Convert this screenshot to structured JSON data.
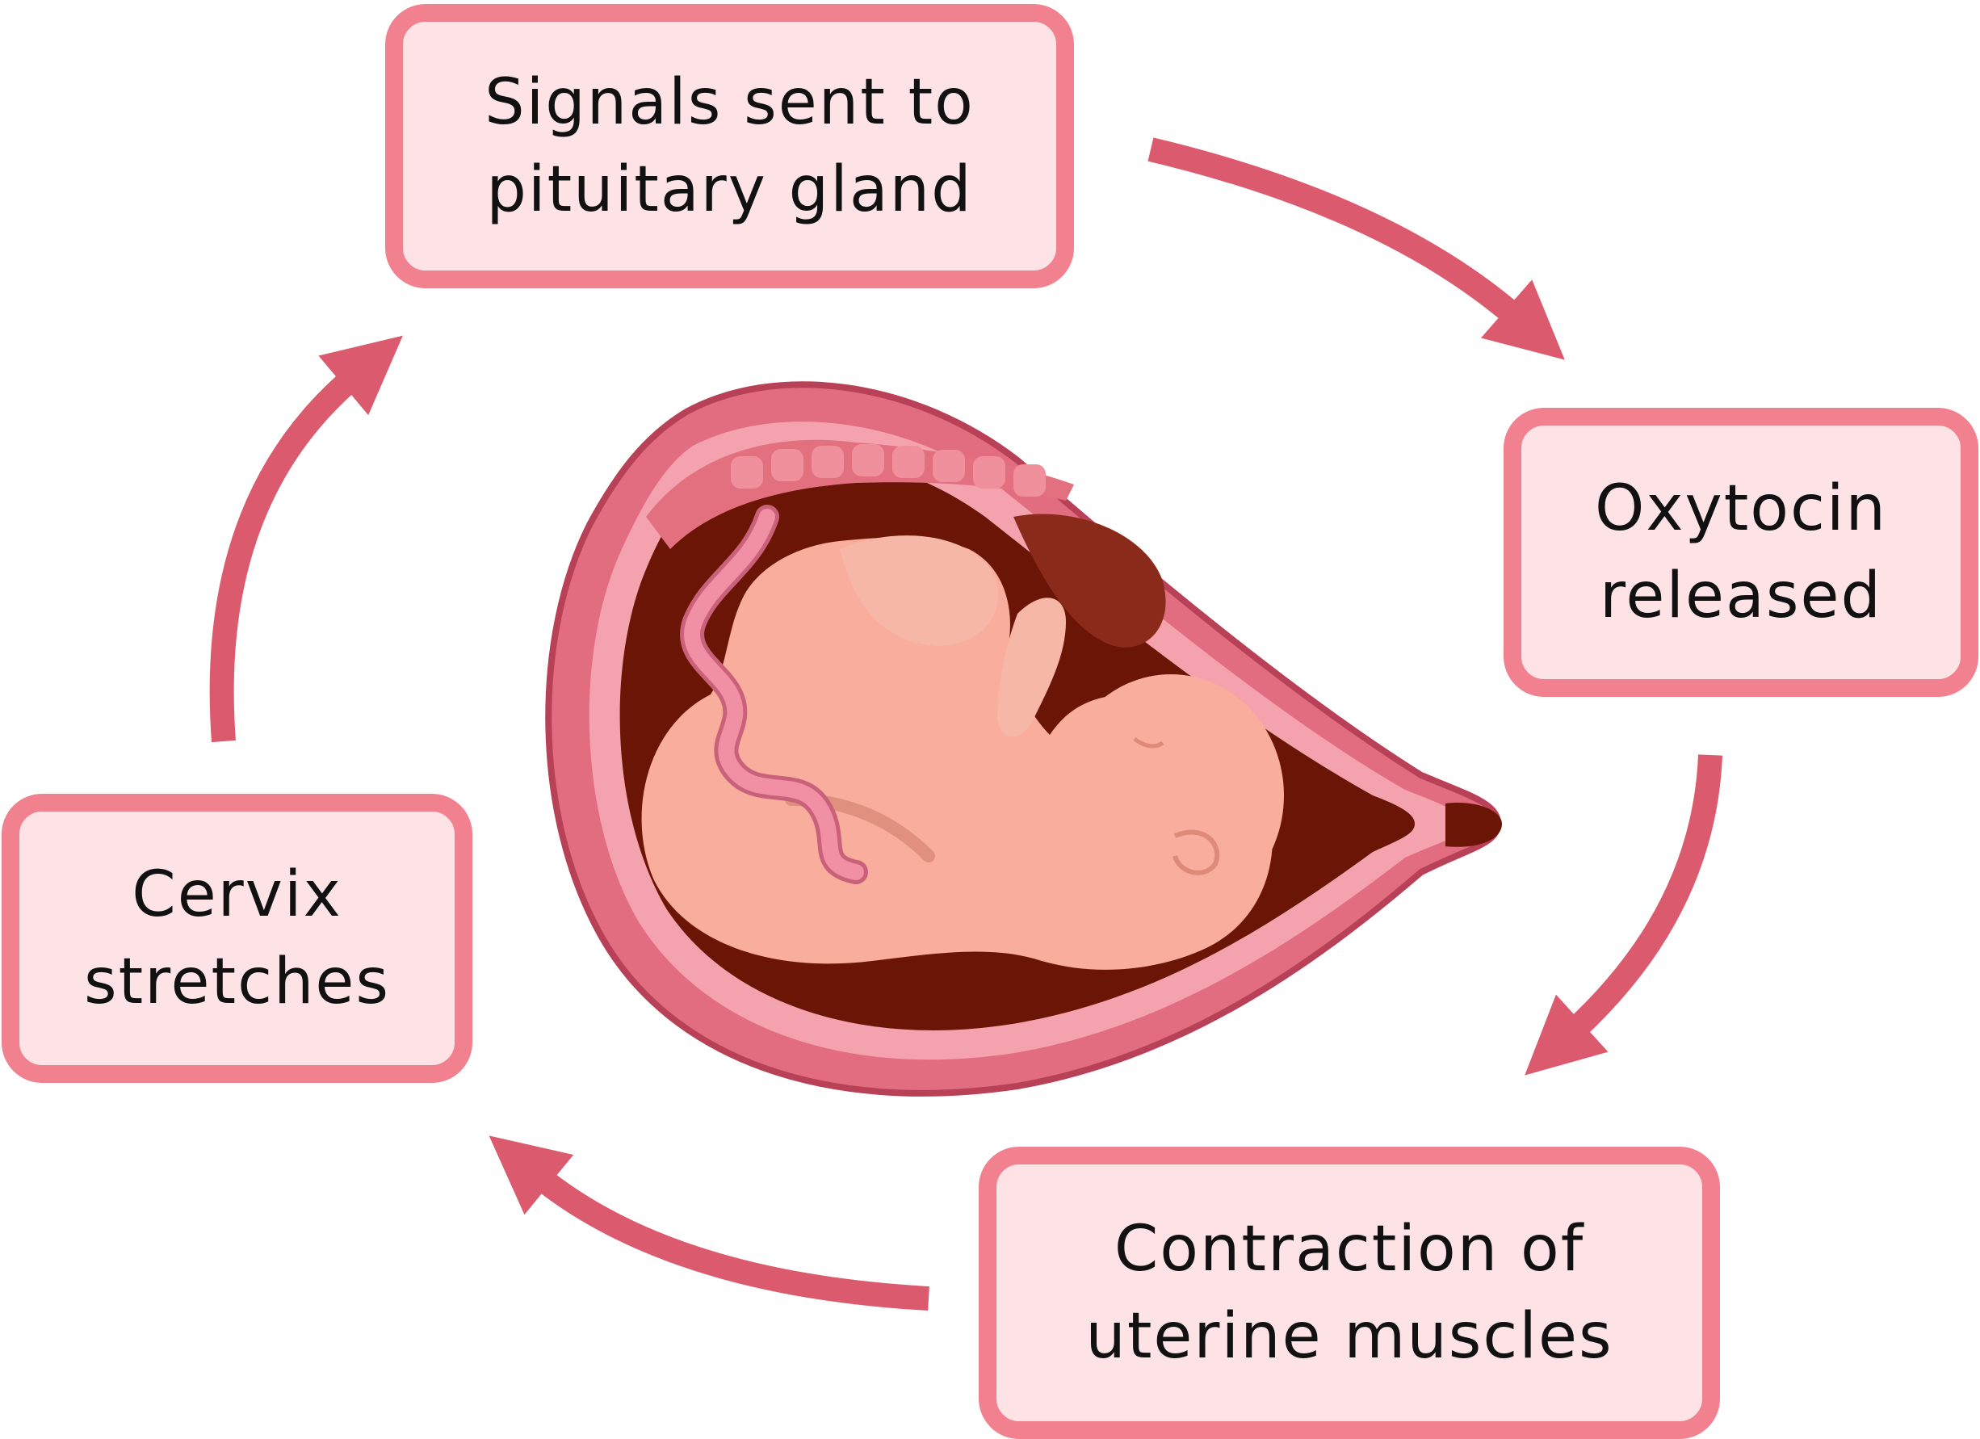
{
  "diagram": {
    "steps": [
      {
        "label_line1": "Signals sent to",
        "label_line2": "pituitary gland"
      },
      {
        "label_line1": "Oxytocin",
        "label_line2": "released"
      },
      {
        "label_line1": "Contraction of",
        "label_line2": "uterine muscles"
      },
      {
        "label_line1": "Cervix",
        "label_line2": "stretches"
      }
    ],
    "colors": {
      "box_fill": "#fde3e6",
      "box_border": "#f2818f",
      "arrow": "#dc5a6e",
      "uterus_wall": "#e36d80",
      "amniotic_cavity": "#6b1507",
      "fetus_skin": "#f9ad9c",
      "umbilical_cord": "#f190a5",
      "placenta": "#e3707e"
    },
    "icons": [
      "arrow-icon",
      "fetus-in-uterus-illustration"
    ]
  }
}
